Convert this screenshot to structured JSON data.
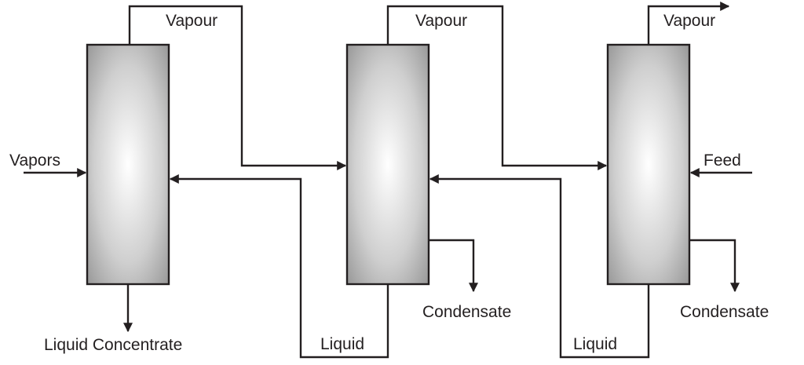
{
  "labels": {
    "vapour_1": "Vapour",
    "vapour_2": "Vapour",
    "vapour_3": "Vapour",
    "vapors_in": "Vapors",
    "feed": "Feed",
    "liquid_concentrate": "Liquid Concentrate",
    "condensate_1": "Condensate",
    "condensate_2": "Condensate",
    "liquid_1": "Liquid",
    "liquid_2": "Liquid"
  },
  "colors": {
    "line": "#231f20",
    "vessel_center": "#ffffff",
    "vessel_edge": "#9a9a9a"
  }
}
